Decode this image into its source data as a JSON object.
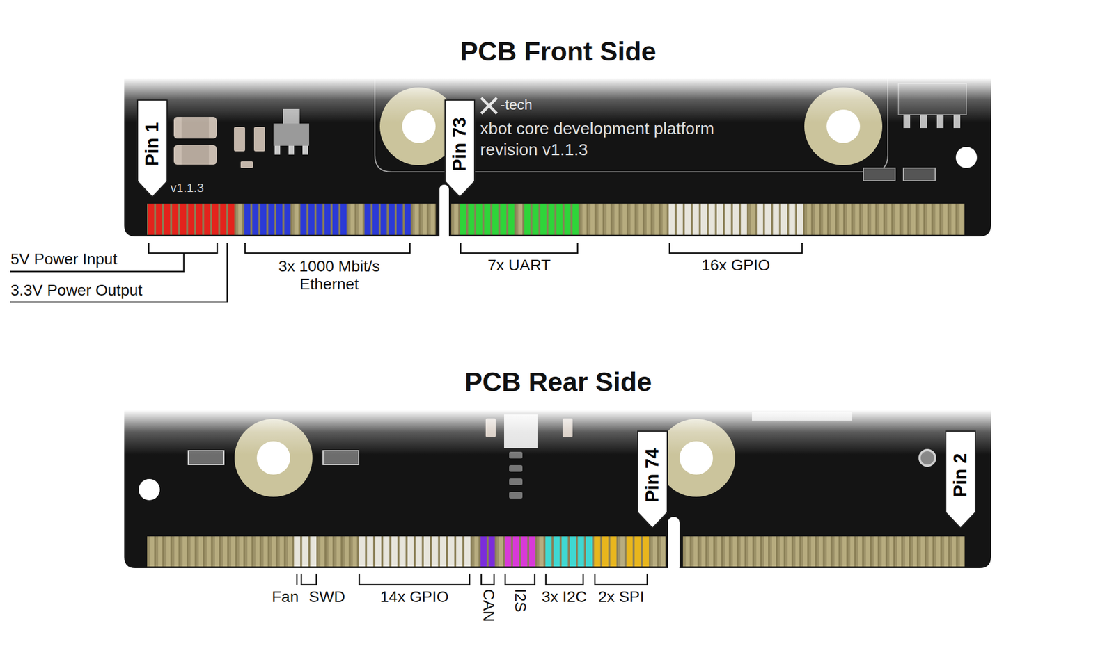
{
  "diagram": {
    "nodes": [
      {
        "text": [
          "Pin 1"
        ]
      },
      {
        "text": [
          "Pin 73"
        ]
      },
      {
        "text": [
          "Pin 74"
        ]
      },
      {
        "text": [
          "Pin 2"
        ]
      }
    ],
    "labels": [
      "PCB Front Side",
      "-tech",
      "xbot core development platform",
      "revision v1.1.3",
      "v1.1.3",
      "5V Power Input",
      "3.3V Power Output",
      "3x 1000 Mbit/s Ethernet",
      "7x UART",
      "16x GPIO",
      "PCB Rear Side",
      "Fan",
      "SWD",
      "14x GPIO",
      "CAN",
      "I2S",
      "3x I2C",
      "2x SPI"
    ]
  }
}
